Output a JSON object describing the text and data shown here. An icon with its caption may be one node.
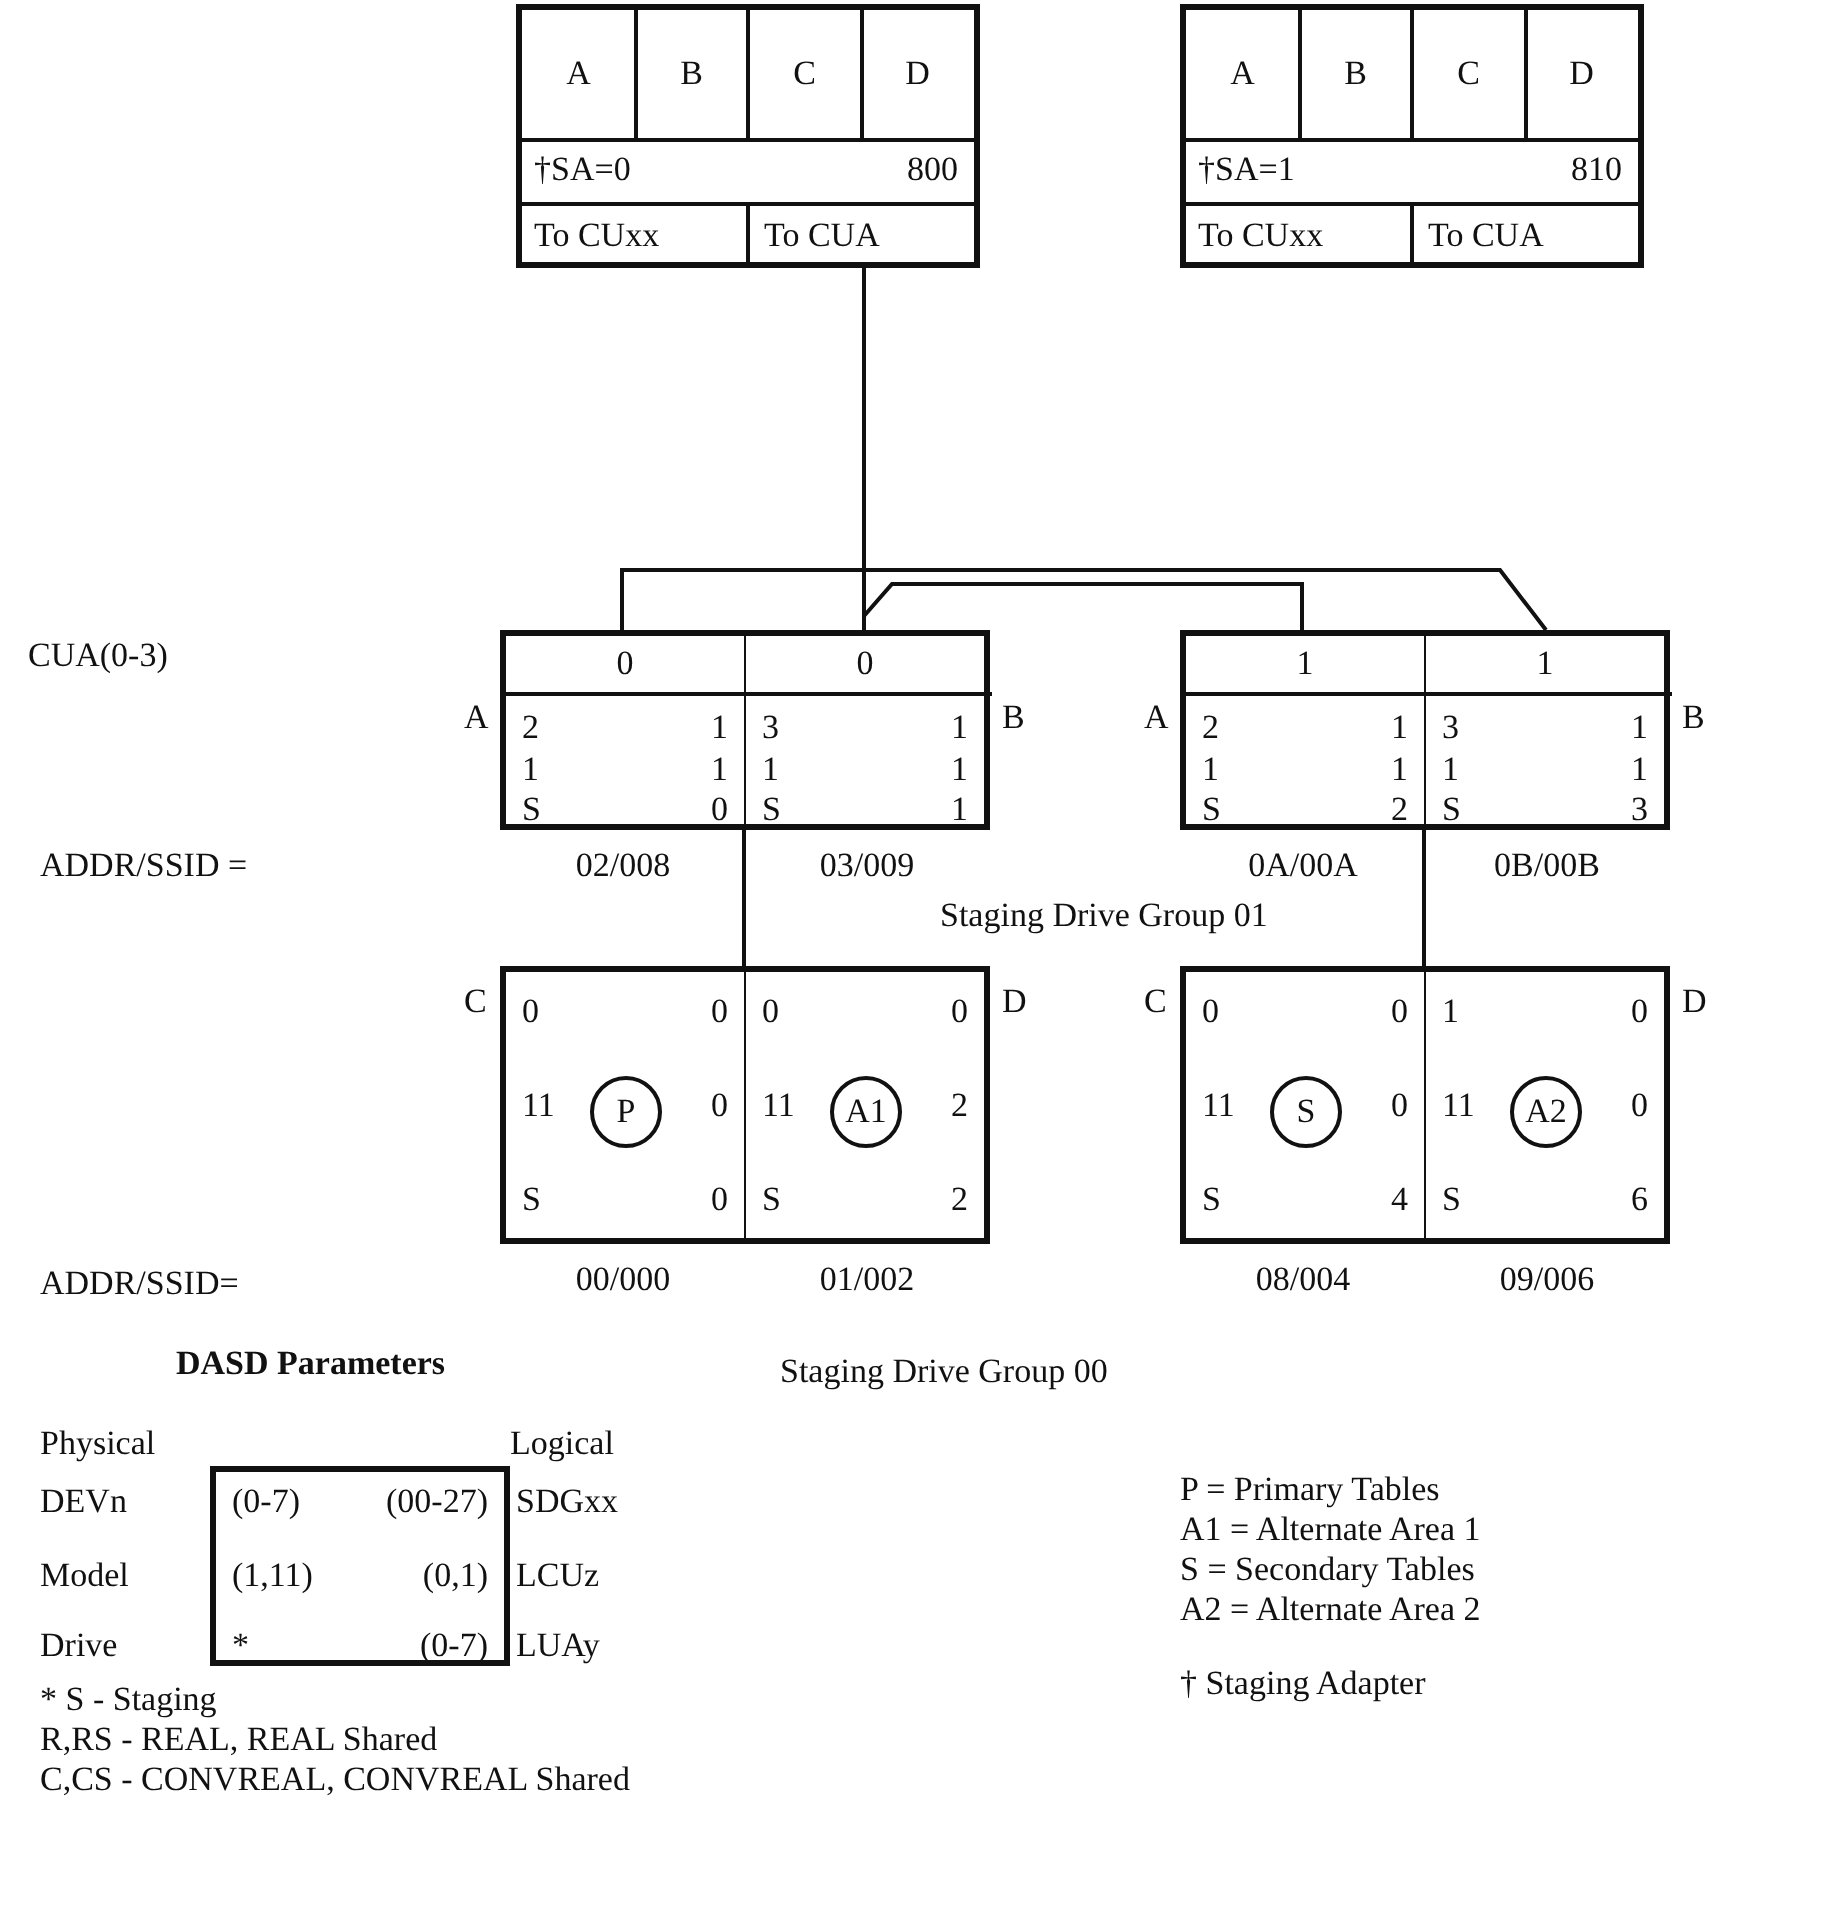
{
  "diagram": {
    "nodes": [
      {
        "text": [
          "A",
          "B",
          "C",
          "D",
          "†SA=0",
          "800",
          "To CUxx",
          "To CUA"
        ]
      },
      {
        "text": [
          "A",
          "B",
          "C",
          "D",
          "†SA=1",
          "810",
          "To CUxx",
          "To CUA"
        ]
      },
      {
        "text": [
          "0",
          "2",
          "1",
          "1",
          "1",
          "S",
          "0"
        ],
        "beside": [
          "A",
          "02/008"
        ]
      },
      {
        "text": [
          "0",
          "3",
          "1",
          "1",
          "1",
          "S",
          "1"
        ],
        "beside": [
          "B",
          "03/009"
        ]
      },
      {
        "text": [
          "1",
          "2",
          "1",
          "1",
          "1",
          "S",
          "2"
        ],
        "beside": [
          "A",
          "0A/00A"
        ]
      },
      {
        "text": [
          "1",
          "3",
          "1",
          "1",
          "1",
          "S",
          "3"
        ],
        "beside": [
          "B",
          "0B/00B"
        ]
      },
      {
        "text": [
          "0",
          "0",
          "11",
          "0",
          "S",
          "0"
        ],
        "beside": [
          "C",
          "00/000"
        ]
      },
      {
        "text": [
          "P"
        ],
        "in": 6
      },
      {
        "text": [
          "0",
          "0",
          "11",
          "2",
          "S",
          "2"
        ],
        "beside": [
          "D",
          "01/002"
        ]
      },
      {
        "text": [
          "A1"
        ],
        "in": 8
      },
      {
        "text": [
          "0",
          "0",
          "11",
          "0",
          "S",
          "4"
        ],
        "beside": [
          "C",
          "08/004"
        ]
      },
      {
        "text": [
          "S"
        ],
        "in": 10
      },
      {
        "text": [
          "1",
          "0",
          "11",
          "0",
          "S",
          "6"
        ],
        "beside": [
          "D",
          "09/006"
        ]
      },
      {
        "text": [
          "A2"
        ],
        "in": 12
      },
      {
        "text": [
          "(0-7)",
          "(00-27)",
          "(1,11)",
          "(0,1)",
          "*",
          "(0-7)"
        ]
      }
    ],
    "edges": [
      {
        "from": 0,
        "to": 2,
        "arrow": "none"
      },
      {
        "from": 0,
        "to": 3,
        "arrow": "none"
      },
      {
        "from": 0,
        "to": 4,
        "arrow": "none"
      },
      {
        "from": 0,
        "to": 5,
        "arrow": "none"
      },
      {
        "from": 2,
        "to": 6,
        "arrow": "none"
      },
      {
        "from": 4,
        "to": 10,
        "arrow": "none"
      }
    ],
    "labels": [
      "CUA(0-3)",
      "ADDR/SSID =",
      "Staging Drive Group 01",
      "ADDR/SSID=",
      "DASD Parameters",
      "Staging Drive Group 00",
      "Physical",
      "Logical",
      "DEVn",
      "SDGxx",
      "Model",
      "LCUz",
      "Drive",
      "LUAy",
      "P = Primary Tables",
      "A1 = Alternate Area 1",
      "S = Secondary Tables",
      "A2 = Alternate Area 2",
      "* S - Staging",
      "R,RS - REAL, REAL Shared",
      "C,CS - CONVREAL, CONVREAL Shared",
      "† Staging Adapter"
    ]
  }
}
